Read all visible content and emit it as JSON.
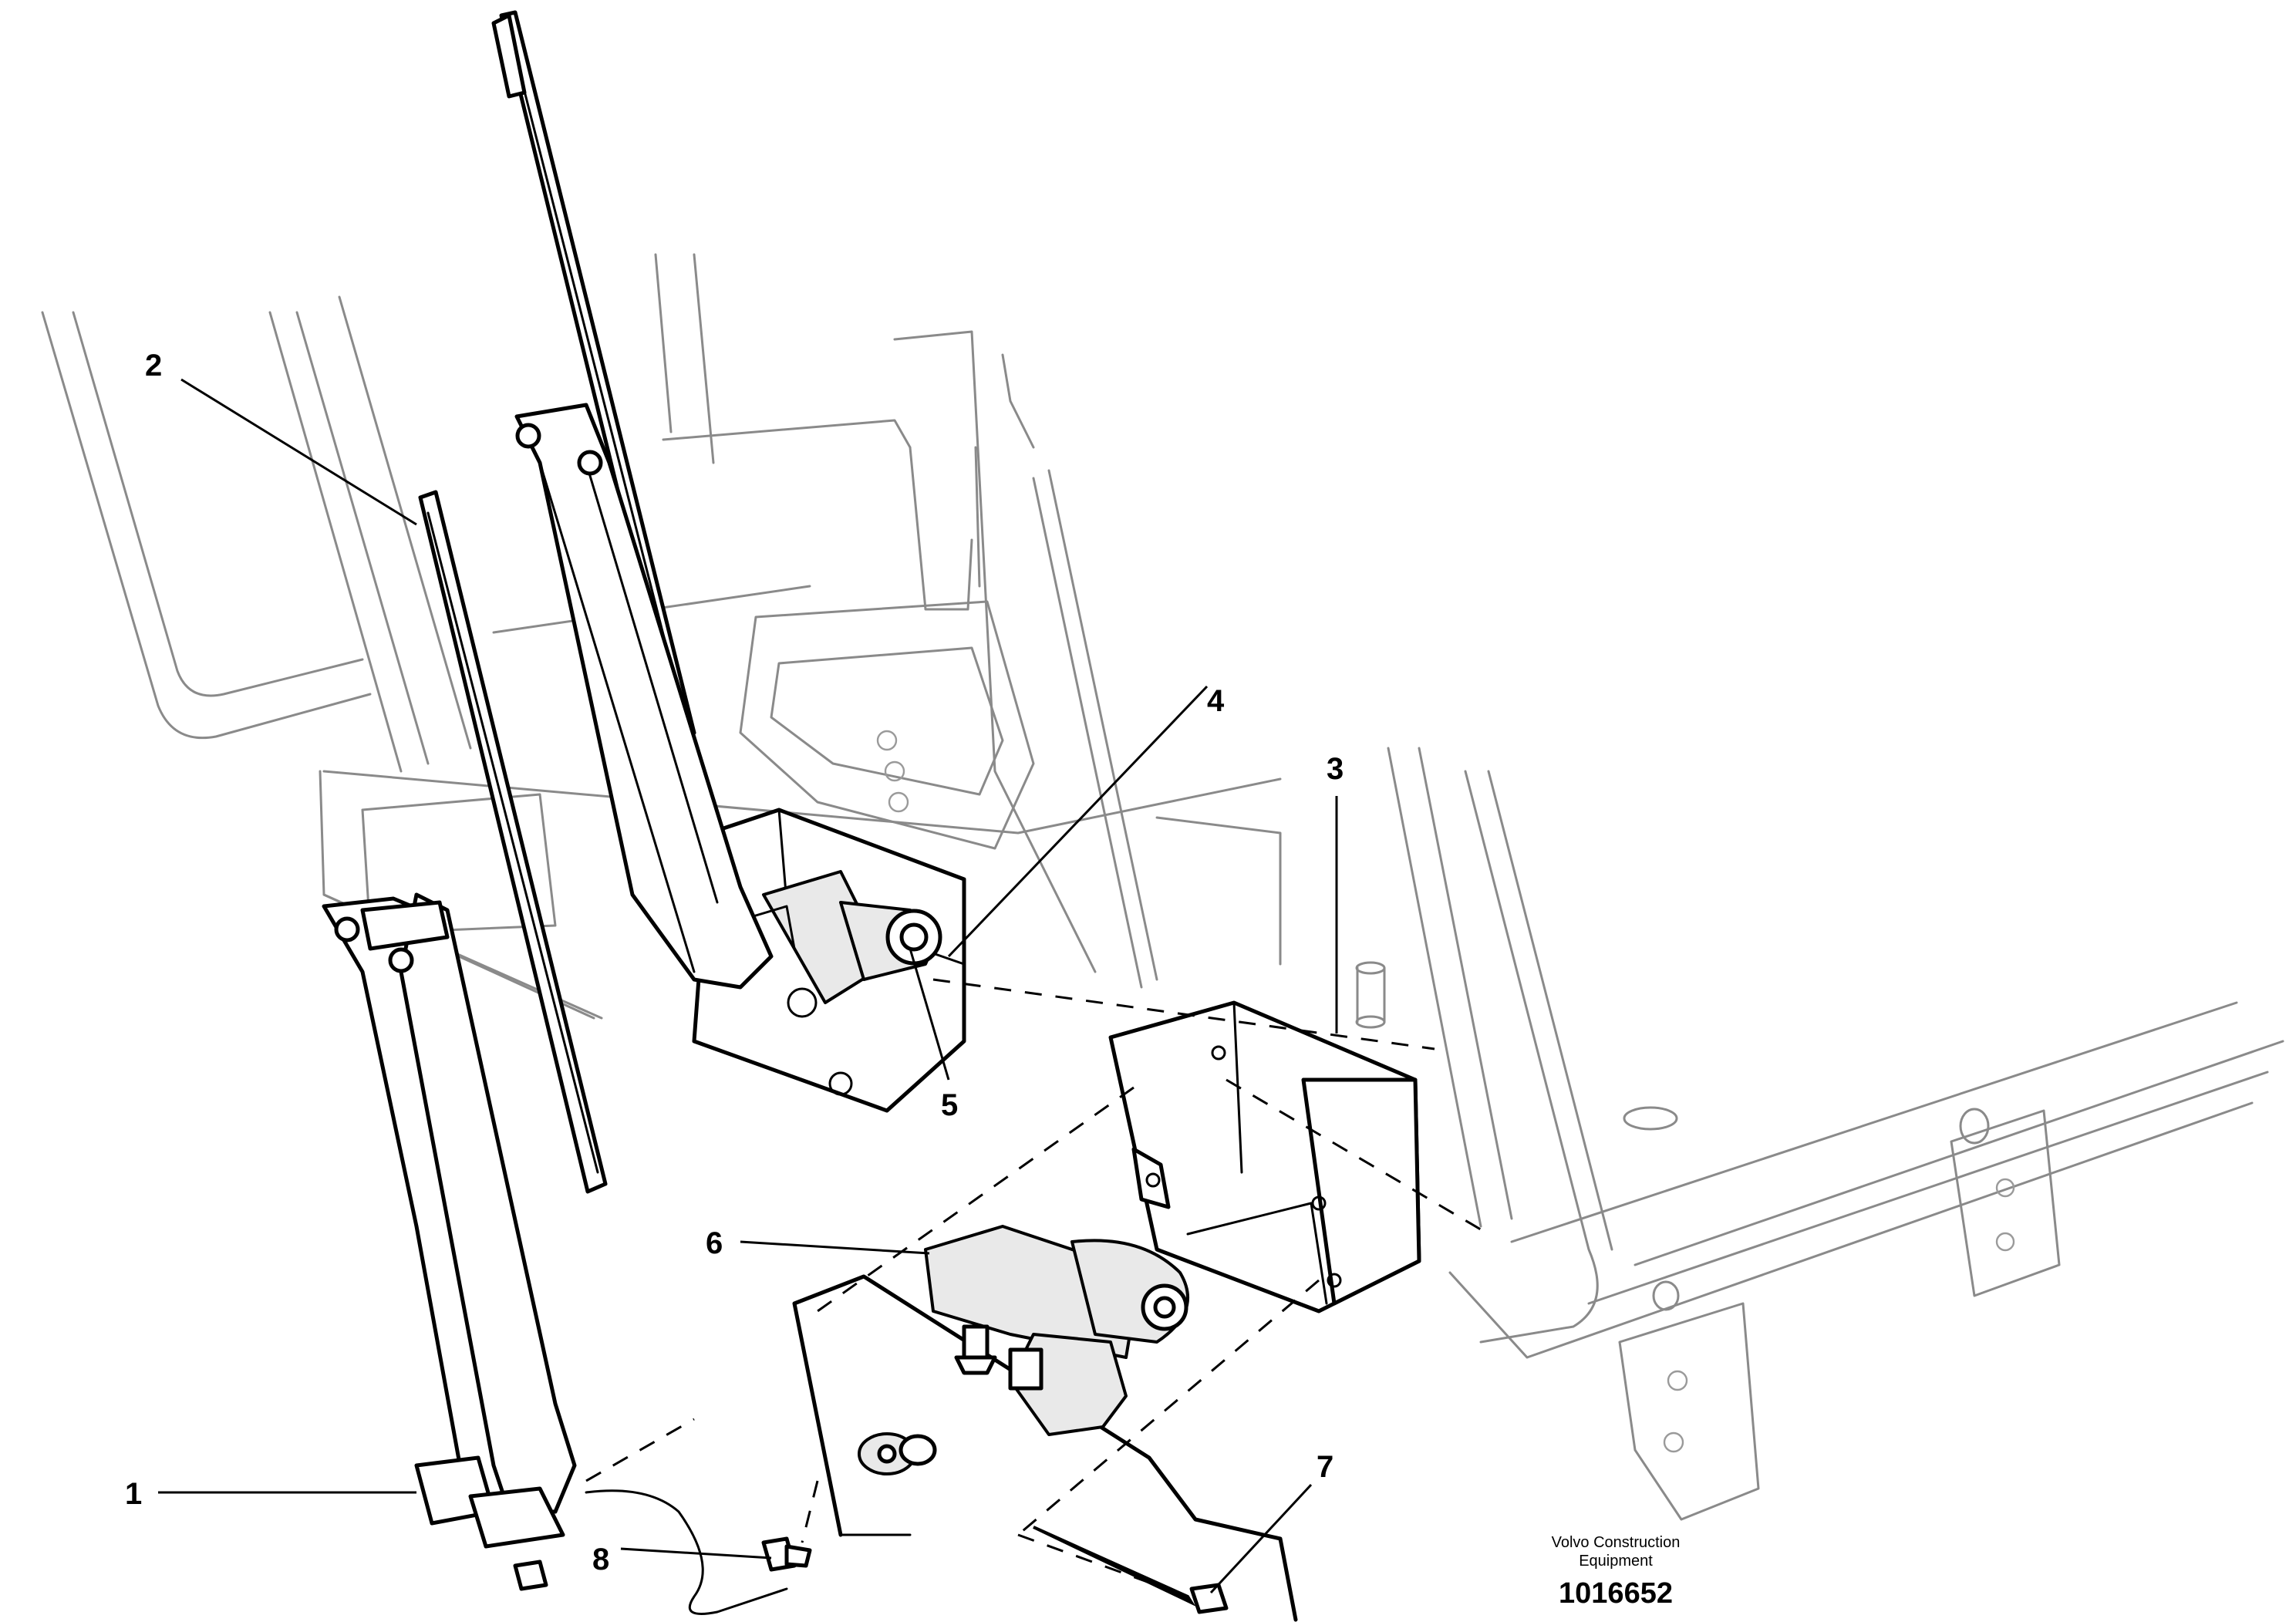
{
  "diagram": {
    "callouts": [
      {
        "number": "1",
        "part": "wiper-arm-lower"
      },
      {
        "number": "2",
        "part": "wiper-blade"
      },
      {
        "number": "3",
        "part": "motor-cover"
      },
      {
        "number": "4",
        "part": "wiper-motor-upper"
      },
      {
        "number": "5",
        "part": "motor-shaft-nut"
      },
      {
        "number": "6",
        "part": "wiper-motor-lower"
      },
      {
        "number": "7",
        "part": "mounting-screw"
      },
      {
        "number": "8",
        "part": "washer-nozzle"
      }
    ],
    "credit": {
      "line1": "Volvo Construction",
      "line2": "Equipment"
    },
    "document_number": "1016652"
  },
  "colors": {
    "line": "#000000",
    "ghost_line": "#8a8a8a",
    "background": "#ffffff"
  }
}
